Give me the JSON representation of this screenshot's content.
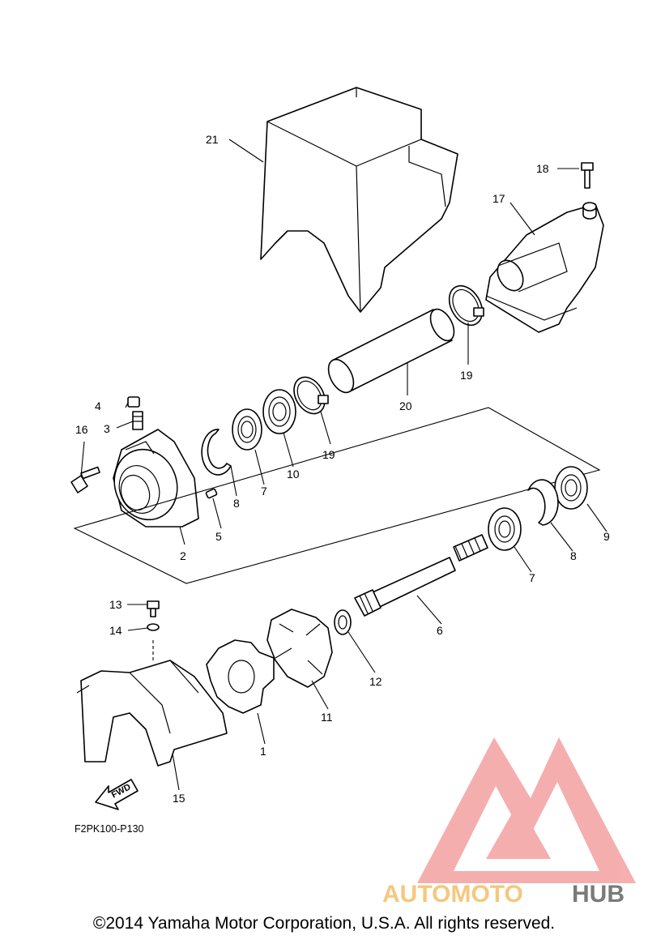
{
  "callouts": {
    "c1": "1",
    "c2": "2",
    "c3": "3",
    "c4": "4",
    "c5": "5",
    "c6": "6",
    "c7a": "7",
    "c7b": "7",
    "c8a": "8",
    "c8b": "8",
    "c9": "9",
    "c10": "10",
    "c11": "11",
    "c12": "12",
    "c13": "13",
    "c14": "14",
    "c15": "15",
    "c16": "16",
    "c17": "17",
    "c18": "18",
    "c19a": "19",
    "c19b": "19",
    "c20": "20",
    "c21": "21"
  },
  "diagram_code": "F2PK100-P130",
  "fwd_label": "FWD",
  "watermark": {
    "part1": "AUTOMOTO",
    "part2": "HUB",
    "color1": "#f5c77e",
    "color2": "#7a7a7a",
    "logo_color": "#f08080"
  },
  "copyright": "©2014 Yamaha Motor Corporation, U.S.A. All rights reserved."
}
